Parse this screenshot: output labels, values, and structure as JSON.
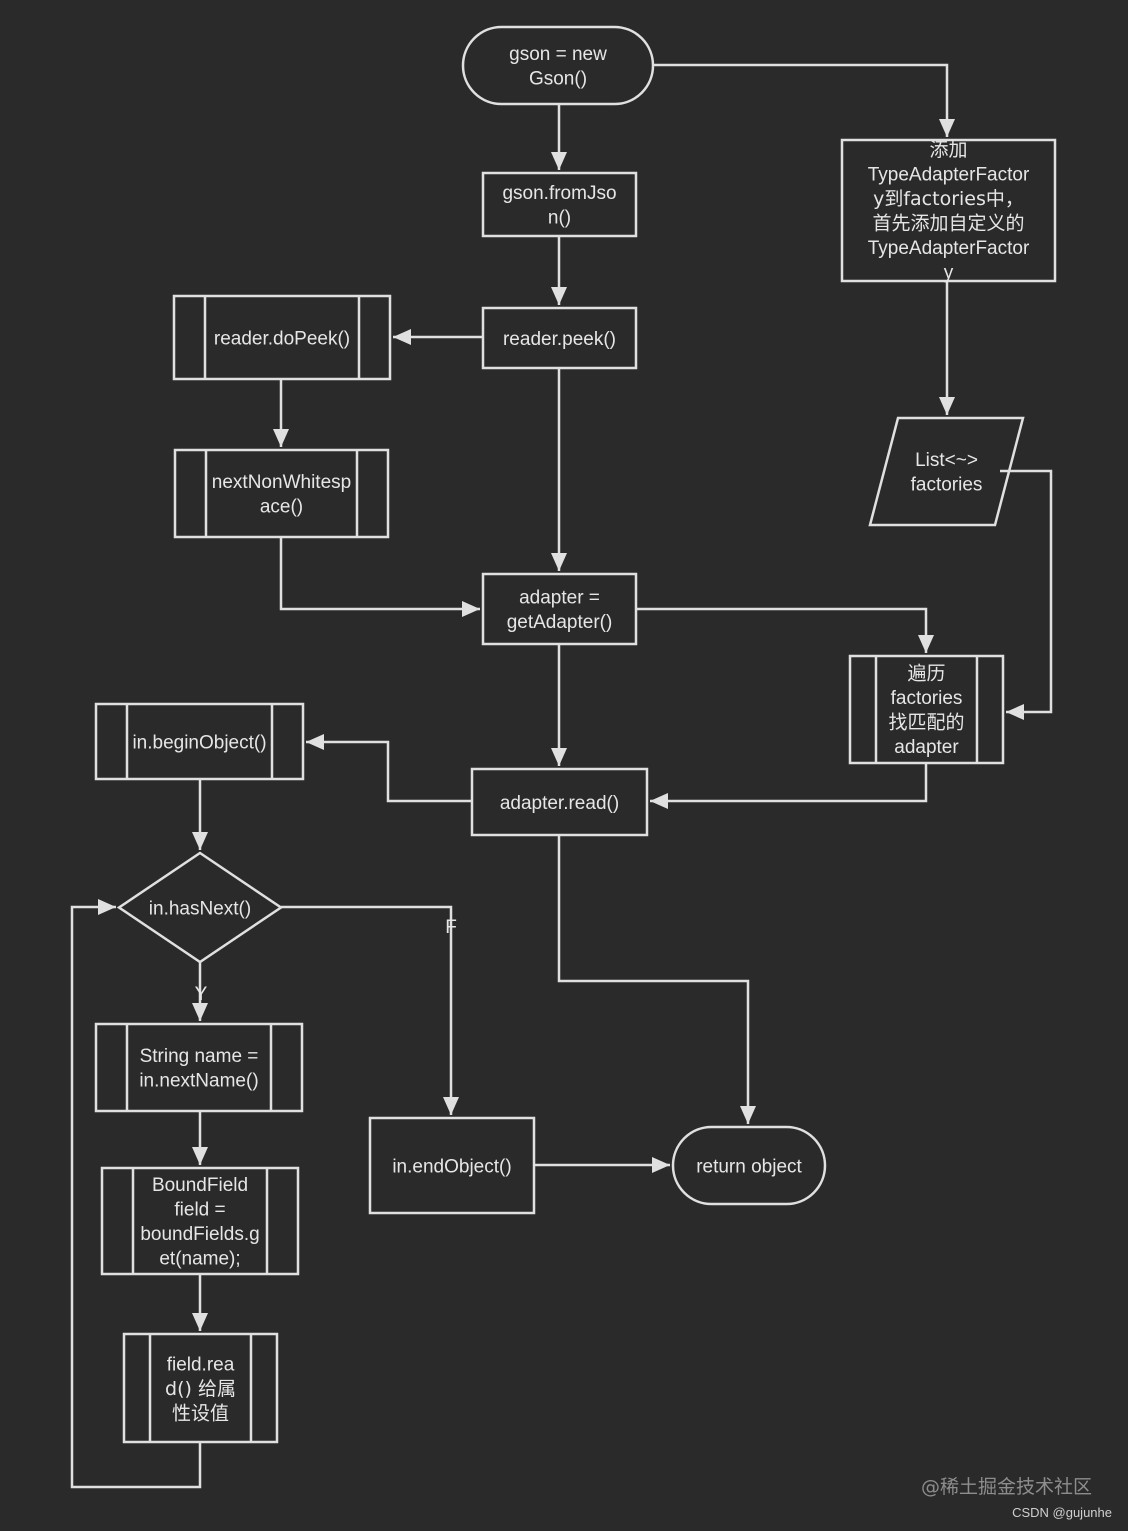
{
  "diagram": {
    "nodes": [
      {
        "id": "gson_new",
        "shape": "terminal",
        "lines": [
          "gson = new",
          "Gson()"
        ]
      },
      {
        "id": "from_json",
        "shape": "process",
        "lines": [
          "gson.fromJso",
          "n()"
        ]
      },
      {
        "id": "add_factory",
        "shape": "process",
        "lines": [
          "添加",
          "TypeAdapterFactor",
          "y到factories中，",
          "首先添加自定义的",
          "TypeAdapterFactor",
          "y"
        ]
      },
      {
        "id": "reader_peek",
        "shape": "process",
        "lines": [
          "reader.peek()"
        ]
      },
      {
        "id": "reader_dopeek",
        "shape": "subroutine",
        "lines": [
          "reader.doPeek()"
        ]
      },
      {
        "id": "next_non_ws",
        "shape": "subroutine",
        "lines": [
          "nextNonWhitesp",
          "ace()"
        ]
      },
      {
        "id": "factories_list",
        "shape": "data",
        "lines": [
          "List<~>",
          "factories"
        ]
      },
      {
        "id": "get_adapter",
        "shape": "process",
        "lines": [
          "adapter =",
          "getAdapter()"
        ]
      },
      {
        "id": "iterate_factories",
        "shape": "subroutine",
        "lines": [
          "遍历",
          "factories",
          "找匹配的",
          "adapter"
        ]
      },
      {
        "id": "begin_object",
        "shape": "subroutine",
        "lines": [
          "in.beginObject()"
        ]
      },
      {
        "id": "adapter_read",
        "shape": "process",
        "lines": [
          "adapter.read()"
        ]
      },
      {
        "id": "has_next",
        "shape": "decision",
        "lines": [
          "in.hasNext()"
        ]
      },
      {
        "id": "next_name",
        "shape": "subroutine",
        "lines": [
          "String name =",
          "in.nextName()"
        ]
      },
      {
        "id": "end_object",
        "shape": "process",
        "lines": [
          "in.endObject()"
        ]
      },
      {
        "id": "return_object",
        "shape": "terminal",
        "lines": [
          "return object"
        ]
      },
      {
        "id": "bound_field",
        "shape": "subroutine",
        "lines": [
          "BoundField",
          "field =",
          "boundFields.g",
          "et(name);"
        ]
      },
      {
        "id": "field_read",
        "shape": "subroutine",
        "lines": [
          "field.rea",
          "d() 给属",
          "性设值"
        ]
      }
    ],
    "edges": [
      {
        "from": "gson_new",
        "to": "from_json",
        "label": ""
      },
      {
        "from": "gson_new",
        "to": "add_factory",
        "label": ""
      },
      {
        "from": "from_json",
        "to": "reader_peek",
        "label": ""
      },
      {
        "from": "reader_peek",
        "to": "reader_dopeek",
        "label": ""
      },
      {
        "from": "reader_dopeek",
        "to": "next_non_ws",
        "label": ""
      },
      {
        "from": "next_non_ws",
        "to": "get_adapter",
        "label": ""
      },
      {
        "from": "reader_peek",
        "to": "get_adapter",
        "label": ""
      },
      {
        "from": "add_factory",
        "to": "factories_list",
        "label": ""
      },
      {
        "from": "factories_list",
        "to": "iterate_factories",
        "label": ""
      },
      {
        "from": "get_adapter",
        "to": "iterate_factories",
        "label": ""
      },
      {
        "from": "get_adapter",
        "to": "adapter_read",
        "label": ""
      },
      {
        "from": "iterate_factories",
        "to": "adapter_read",
        "label": ""
      },
      {
        "from": "adapter_read",
        "to": "begin_object",
        "label": ""
      },
      {
        "from": "begin_object",
        "to": "has_next",
        "label": ""
      },
      {
        "from": "has_next",
        "to": "next_name",
        "label": "Y"
      },
      {
        "from": "has_next",
        "to": "end_object",
        "label": "F"
      },
      {
        "from": "adapter_read",
        "to": "return_object",
        "label": ""
      },
      {
        "from": "end_object",
        "to": "return_object",
        "label": ""
      },
      {
        "from": "next_name",
        "to": "bound_field",
        "label": ""
      },
      {
        "from": "bound_field",
        "to": "field_read",
        "label": ""
      },
      {
        "from": "field_read",
        "to": "has_next",
        "label": ""
      }
    ]
  },
  "watermark": {
    "site": "@稀土掘金技术社区",
    "author": "CSDN @gujunhe"
  }
}
